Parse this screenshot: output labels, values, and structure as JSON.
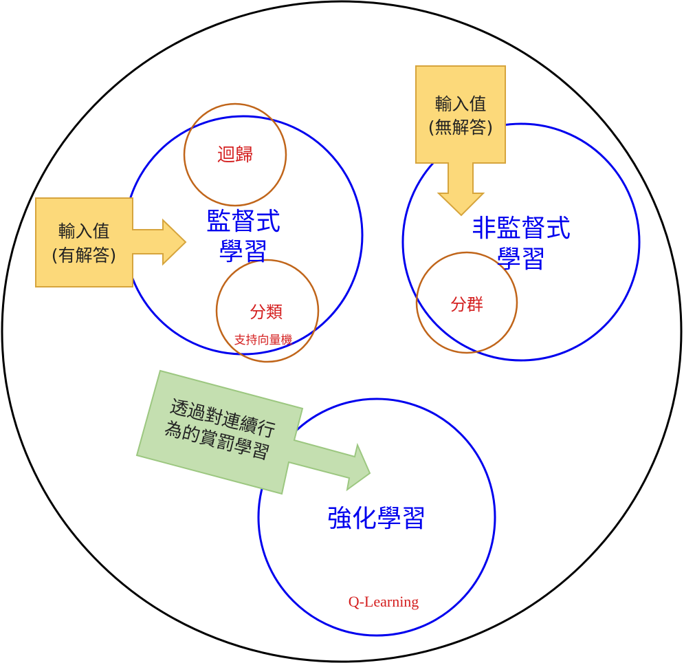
{
  "colors": {
    "outer": "#000000",
    "blue": "#0000ee",
    "orange": "#c0651a",
    "red": "#d42020",
    "yellow_fill": "#fcd97a",
    "yellow_stroke": "#d6a43c",
    "green_fill": "#c4dfb0",
    "green_stroke": "#9cc780",
    "text_dark": "#222222"
  },
  "supervised": {
    "title_line1": "監督式",
    "title_line2": "學習",
    "regression": "迴歸",
    "classification": "分類",
    "svm": "支持向量機",
    "input_line1": "輸入值",
    "input_line2": "(有解答)"
  },
  "unsupervised": {
    "title_line1": "非監督式",
    "title_line2": "學習",
    "clustering": "分群",
    "input_line1": "輸入值",
    "input_line2": "(無解答)"
  },
  "reinforcement": {
    "title": "強化學習",
    "example": "Q-Learning",
    "arrow_line1": "透過對連續行",
    "arrow_line2": "為的賞罰學習"
  }
}
